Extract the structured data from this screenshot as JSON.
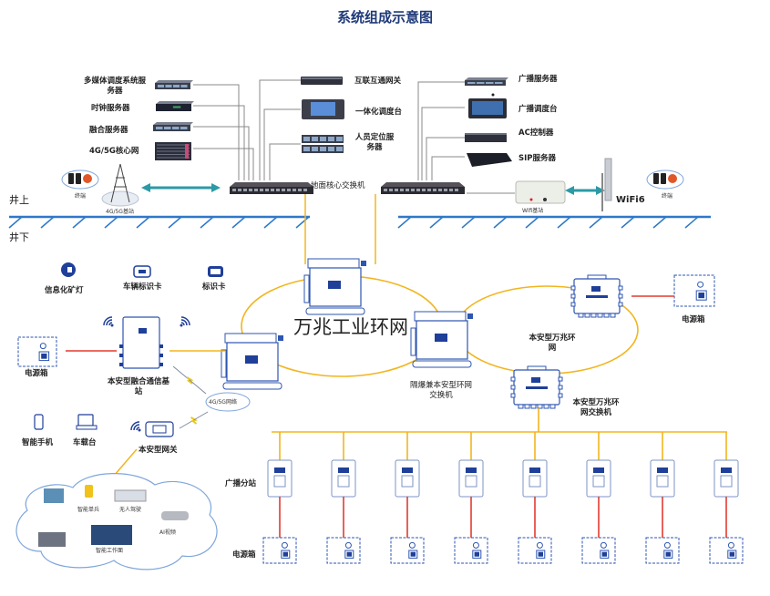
{
  "title": "系统组成示意图",
  "colors": {
    "title": "#1f3a7a",
    "ground_line": "#2f78c8",
    "ring_link": "#f2b51e",
    "power_link": "#e23a2f",
    "wireless_arrow": "#2b9aa6",
    "device_outline": "#2e55b0",
    "device_fill": "#1f3f99"
  },
  "zones": {
    "above_ground": "井上",
    "below_ground": "井下"
  },
  "surface": {
    "left_servers": [
      {
        "label": "多媒体调度系统服务器",
        "icon": "rack-server-icon"
      },
      {
        "label": "时钟服务器",
        "icon": "rack-server-icon"
      },
      {
        "label": "融合服务器",
        "icon": "rack-server-icon"
      },
      {
        "label": "4G/5G核心网",
        "icon": "chassis-icon"
      }
    ],
    "center_devices": [
      {
        "label": "互联互通网关",
        "icon": "gateway-icon"
      },
      {
        "label": "一体化调度台",
        "icon": "dispatch-console-icon"
      },
      {
        "label": "人员定位服务器",
        "icon": "storage-server-icon"
      }
    ],
    "right_devices": [
      {
        "label": "广播服务器",
        "icon": "rack-server-icon"
      },
      {
        "label": "广播调度台",
        "icon": "broadcast-console-icon"
      },
      {
        "label": "AC控制器",
        "icon": "ac-controller-icon"
      },
      {
        "label": "SIP服务器",
        "icon": "sip-server-icon"
      }
    ],
    "core_switch_label": "地面核心交换机",
    "terminal_left_label": "终端",
    "base_station_label": "4G/5G基站",
    "wifi_base_label": "Wifi基站",
    "wifi_logo": "WiFi6",
    "terminal_right_label": "终端"
  },
  "underground": {
    "ring_title": "万兆工业环网",
    "top_legend": [
      {
        "label": "信息化矿灯",
        "icon": "mine-lamp-icon"
      },
      {
        "label": "车辆标识卡",
        "icon": "vehicle-card-icon"
      },
      {
        "label": "标识卡",
        "icon": "id-card-icon"
      }
    ],
    "left_power_box": "电源箱",
    "fusion_base_station": "本安型融合通信基站",
    "network_cloud": "4G/5G网络",
    "flameproof_switch": "隔爆兼本安型环网交换机",
    "intrinsic_ring": "本安型万兆环网",
    "intrinsic_switch": "本安型万兆环网交换机",
    "right_power_box": "电源箱",
    "terminals": [
      {
        "label": "智能手机",
        "icon": "smartphone-icon"
      },
      {
        "label": "车载台",
        "icon": "vehicle-radio-icon"
      }
    ],
    "gateway": "本安型网关",
    "cloud_apps": [
      {
        "label": "智能单兵",
        "icon": "handheld-icon"
      },
      {
        "label": "无人驾驶",
        "icon": "truck-icon"
      },
      {
        "label": "AI视频",
        "icon": "camera-icon"
      },
      {
        "label": "智能工作面",
        "icon": "workface-icon"
      }
    ],
    "broadcast_row_label": "广播分站",
    "power_row_label": "电源箱",
    "broadcast_station_count": 8
  }
}
